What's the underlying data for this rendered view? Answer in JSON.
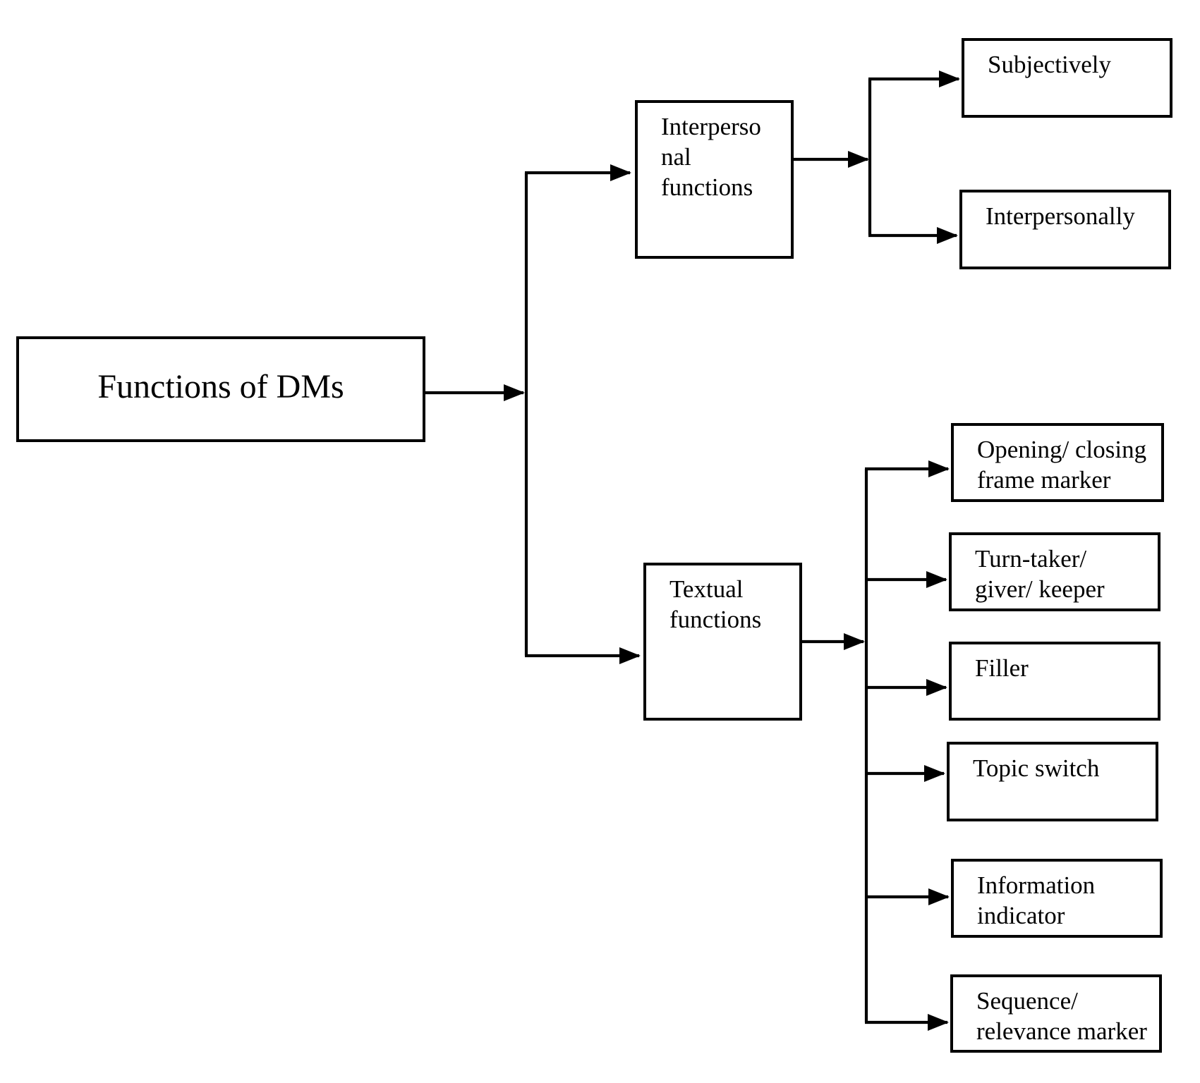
{
  "title": "Functions of DMs diagram",
  "colors": {
    "background": "#ffffff",
    "line": "#000000",
    "box_fill": "#ffffff",
    "text": "#000000"
  },
  "nodes": {
    "root": {
      "label": "Functions of DMs"
    },
    "interpersonal": {
      "label": "Interperso\nnal\nfunctions"
    },
    "subjectively": {
      "label": "Subjectively"
    },
    "interpersonally": {
      "label": "Interpersonally"
    },
    "textual": {
      "label": "Textual\nfunctions"
    },
    "opening": {
      "label": "Opening/ closing\nframe marker"
    },
    "turn_taker": {
      "label": "Turn-taker/\ngiver/ keeper"
    },
    "filler": {
      "label": "Filler"
    },
    "topic_switch": {
      "label": "Topic switch"
    },
    "information": {
      "label": "Information\nindicator"
    },
    "sequence": {
      "label": "Sequence/\nrelevance marker"
    }
  },
  "edges": [
    {
      "from": "root",
      "to": "interpersonal"
    },
    {
      "from": "root",
      "to": "textual"
    },
    {
      "from": "interpersonal",
      "to": "subjectively"
    },
    {
      "from": "interpersonal",
      "to": "interpersonally"
    },
    {
      "from": "textual",
      "to": "opening"
    },
    {
      "from": "textual",
      "to": "turn_taker"
    },
    {
      "from": "textual",
      "to": "filler"
    },
    {
      "from": "textual",
      "to": "topic_switch"
    },
    {
      "from": "textual",
      "to": "information"
    },
    {
      "from": "textual",
      "to": "sequence"
    }
  ]
}
